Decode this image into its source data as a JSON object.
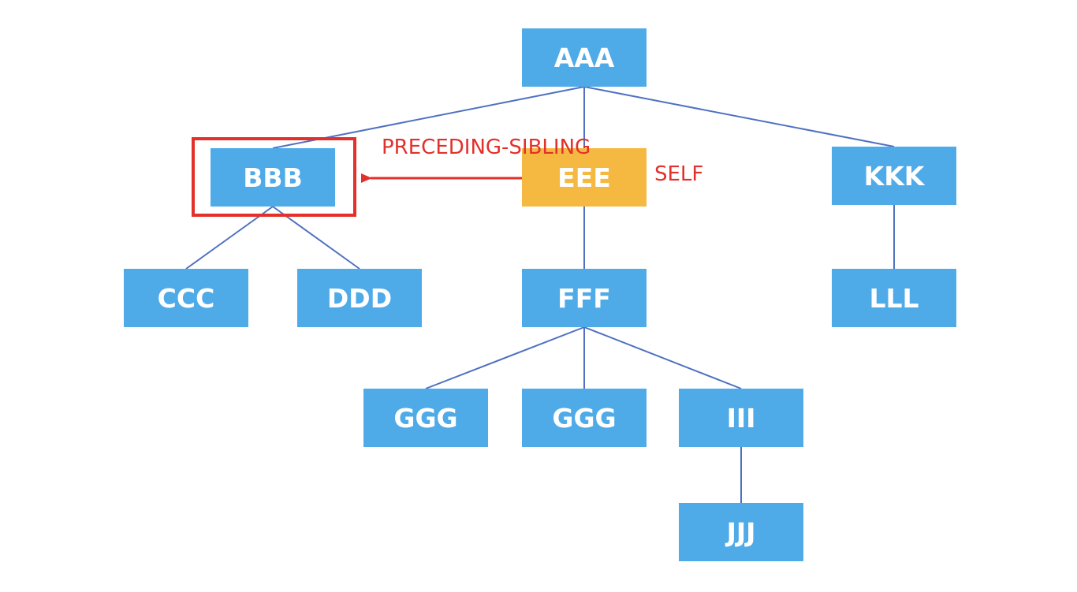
{
  "colors": {
    "node_fill": "#4fabe8",
    "node_text": "#ffffff",
    "self_fill": "#f5b942",
    "edge": "#4f71c0",
    "annotation": "#e3302a"
  },
  "nodes": [
    {
      "id": "aaa",
      "label": "AAA",
      "role": "normal"
    },
    {
      "id": "bbb",
      "label": "BBB",
      "role": "target"
    },
    {
      "id": "eee",
      "label": "EEE",
      "role": "self"
    },
    {
      "id": "kkk",
      "label": "KKK",
      "role": "normal"
    },
    {
      "id": "ccc",
      "label": "CCC",
      "role": "normal"
    },
    {
      "id": "ddd",
      "label": "DDD",
      "role": "normal"
    },
    {
      "id": "fff",
      "label": "FFF",
      "role": "normal"
    },
    {
      "id": "lll",
      "label": "LLL",
      "role": "normal"
    },
    {
      "id": "ggg1",
      "label": "GGG",
      "role": "normal"
    },
    {
      "id": "ggg2",
      "label": "GGG",
      "role": "normal"
    },
    {
      "id": "iii",
      "label": "III",
      "role": "normal"
    },
    {
      "id": "jjj",
      "label": "JJJ",
      "role": "normal"
    }
  ],
  "edges": [
    {
      "from": "aaa",
      "to": "bbb"
    },
    {
      "from": "aaa",
      "to": "eee"
    },
    {
      "from": "aaa",
      "to": "kkk"
    },
    {
      "from": "bbb",
      "to": "ccc"
    },
    {
      "from": "bbb",
      "to": "ddd"
    },
    {
      "from": "eee",
      "to": "fff"
    },
    {
      "from": "kkk",
      "to": "lll"
    },
    {
      "from": "fff",
      "to": "ggg1"
    },
    {
      "from": "fff",
      "to": "ggg2"
    },
    {
      "from": "fff",
      "to": "iii"
    },
    {
      "from": "iii",
      "to": "jjj"
    }
  ],
  "annotations": {
    "axis_label": "PRECEDING-SIBLING",
    "self_label": "SELF",
    "arrow": {
      "from": "eee",
      "to": "bbb"
    }
  }
}
